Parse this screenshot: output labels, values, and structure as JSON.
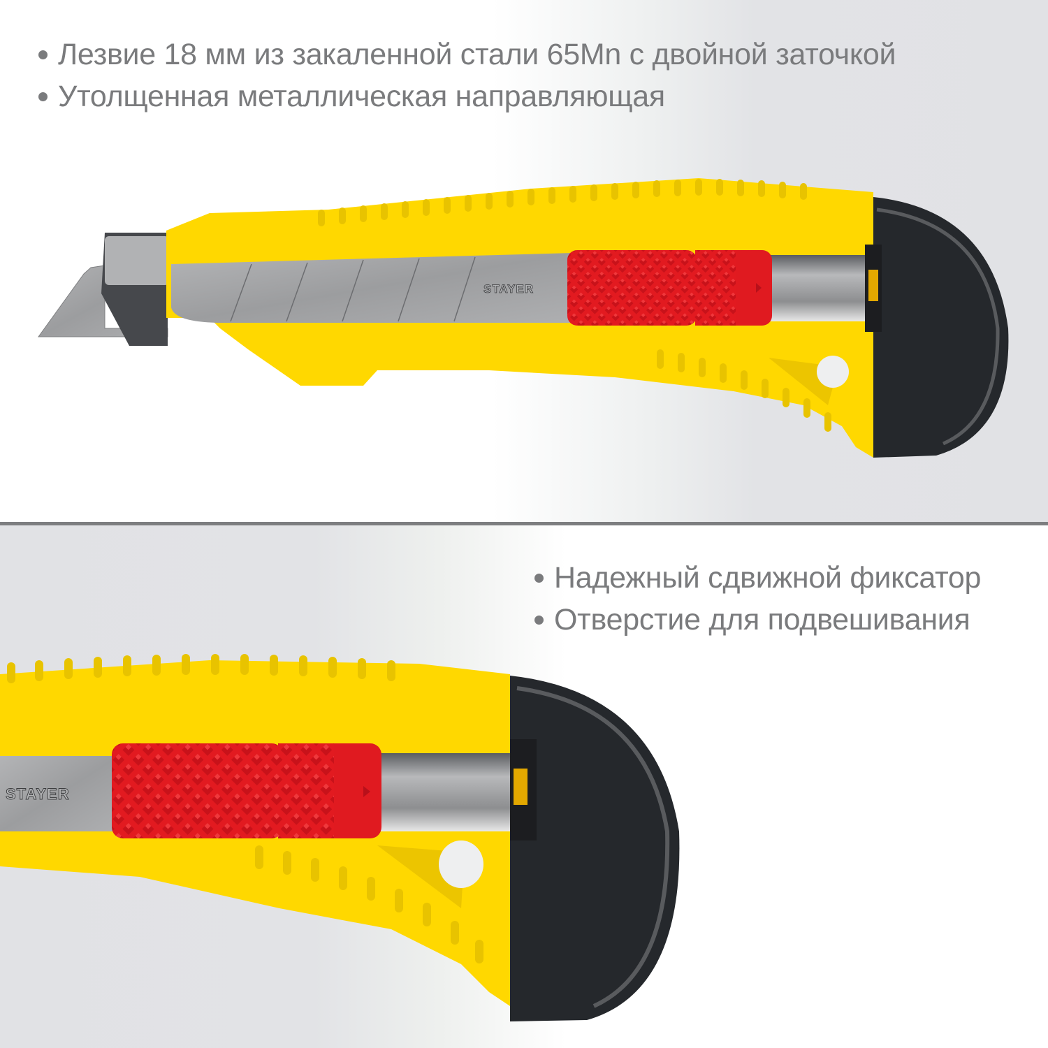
{
  "top_panel": {
    "bullets": [
      {
        "text": "Лезвие 18 мм из закаленной стали 65Mn с двойной заточкой"
      },
      {
        "text": "Утолщенная металлическая направляющая"
      }
    ],
    "blade_brand": "STAYER"
  },
  "bottom_panel": {
    "bullets": [
      {
        "text": "Надежный сдвижной фиксатор"
      },
      {
        "text": "Отверстие для подвешивания"
      }
    ],
    "blade_brand": "STAYER"
  },
  "colors": {
    "body_yellow": "#ffd800",
    "slider_red": "#e0191f",
    "cap_black": "#25282c",
    "blade_gray": "#a4a5a7",
    "text_gray": "#7a7b7d",
    "divider_gray": "#7d7e80"
  }
}
